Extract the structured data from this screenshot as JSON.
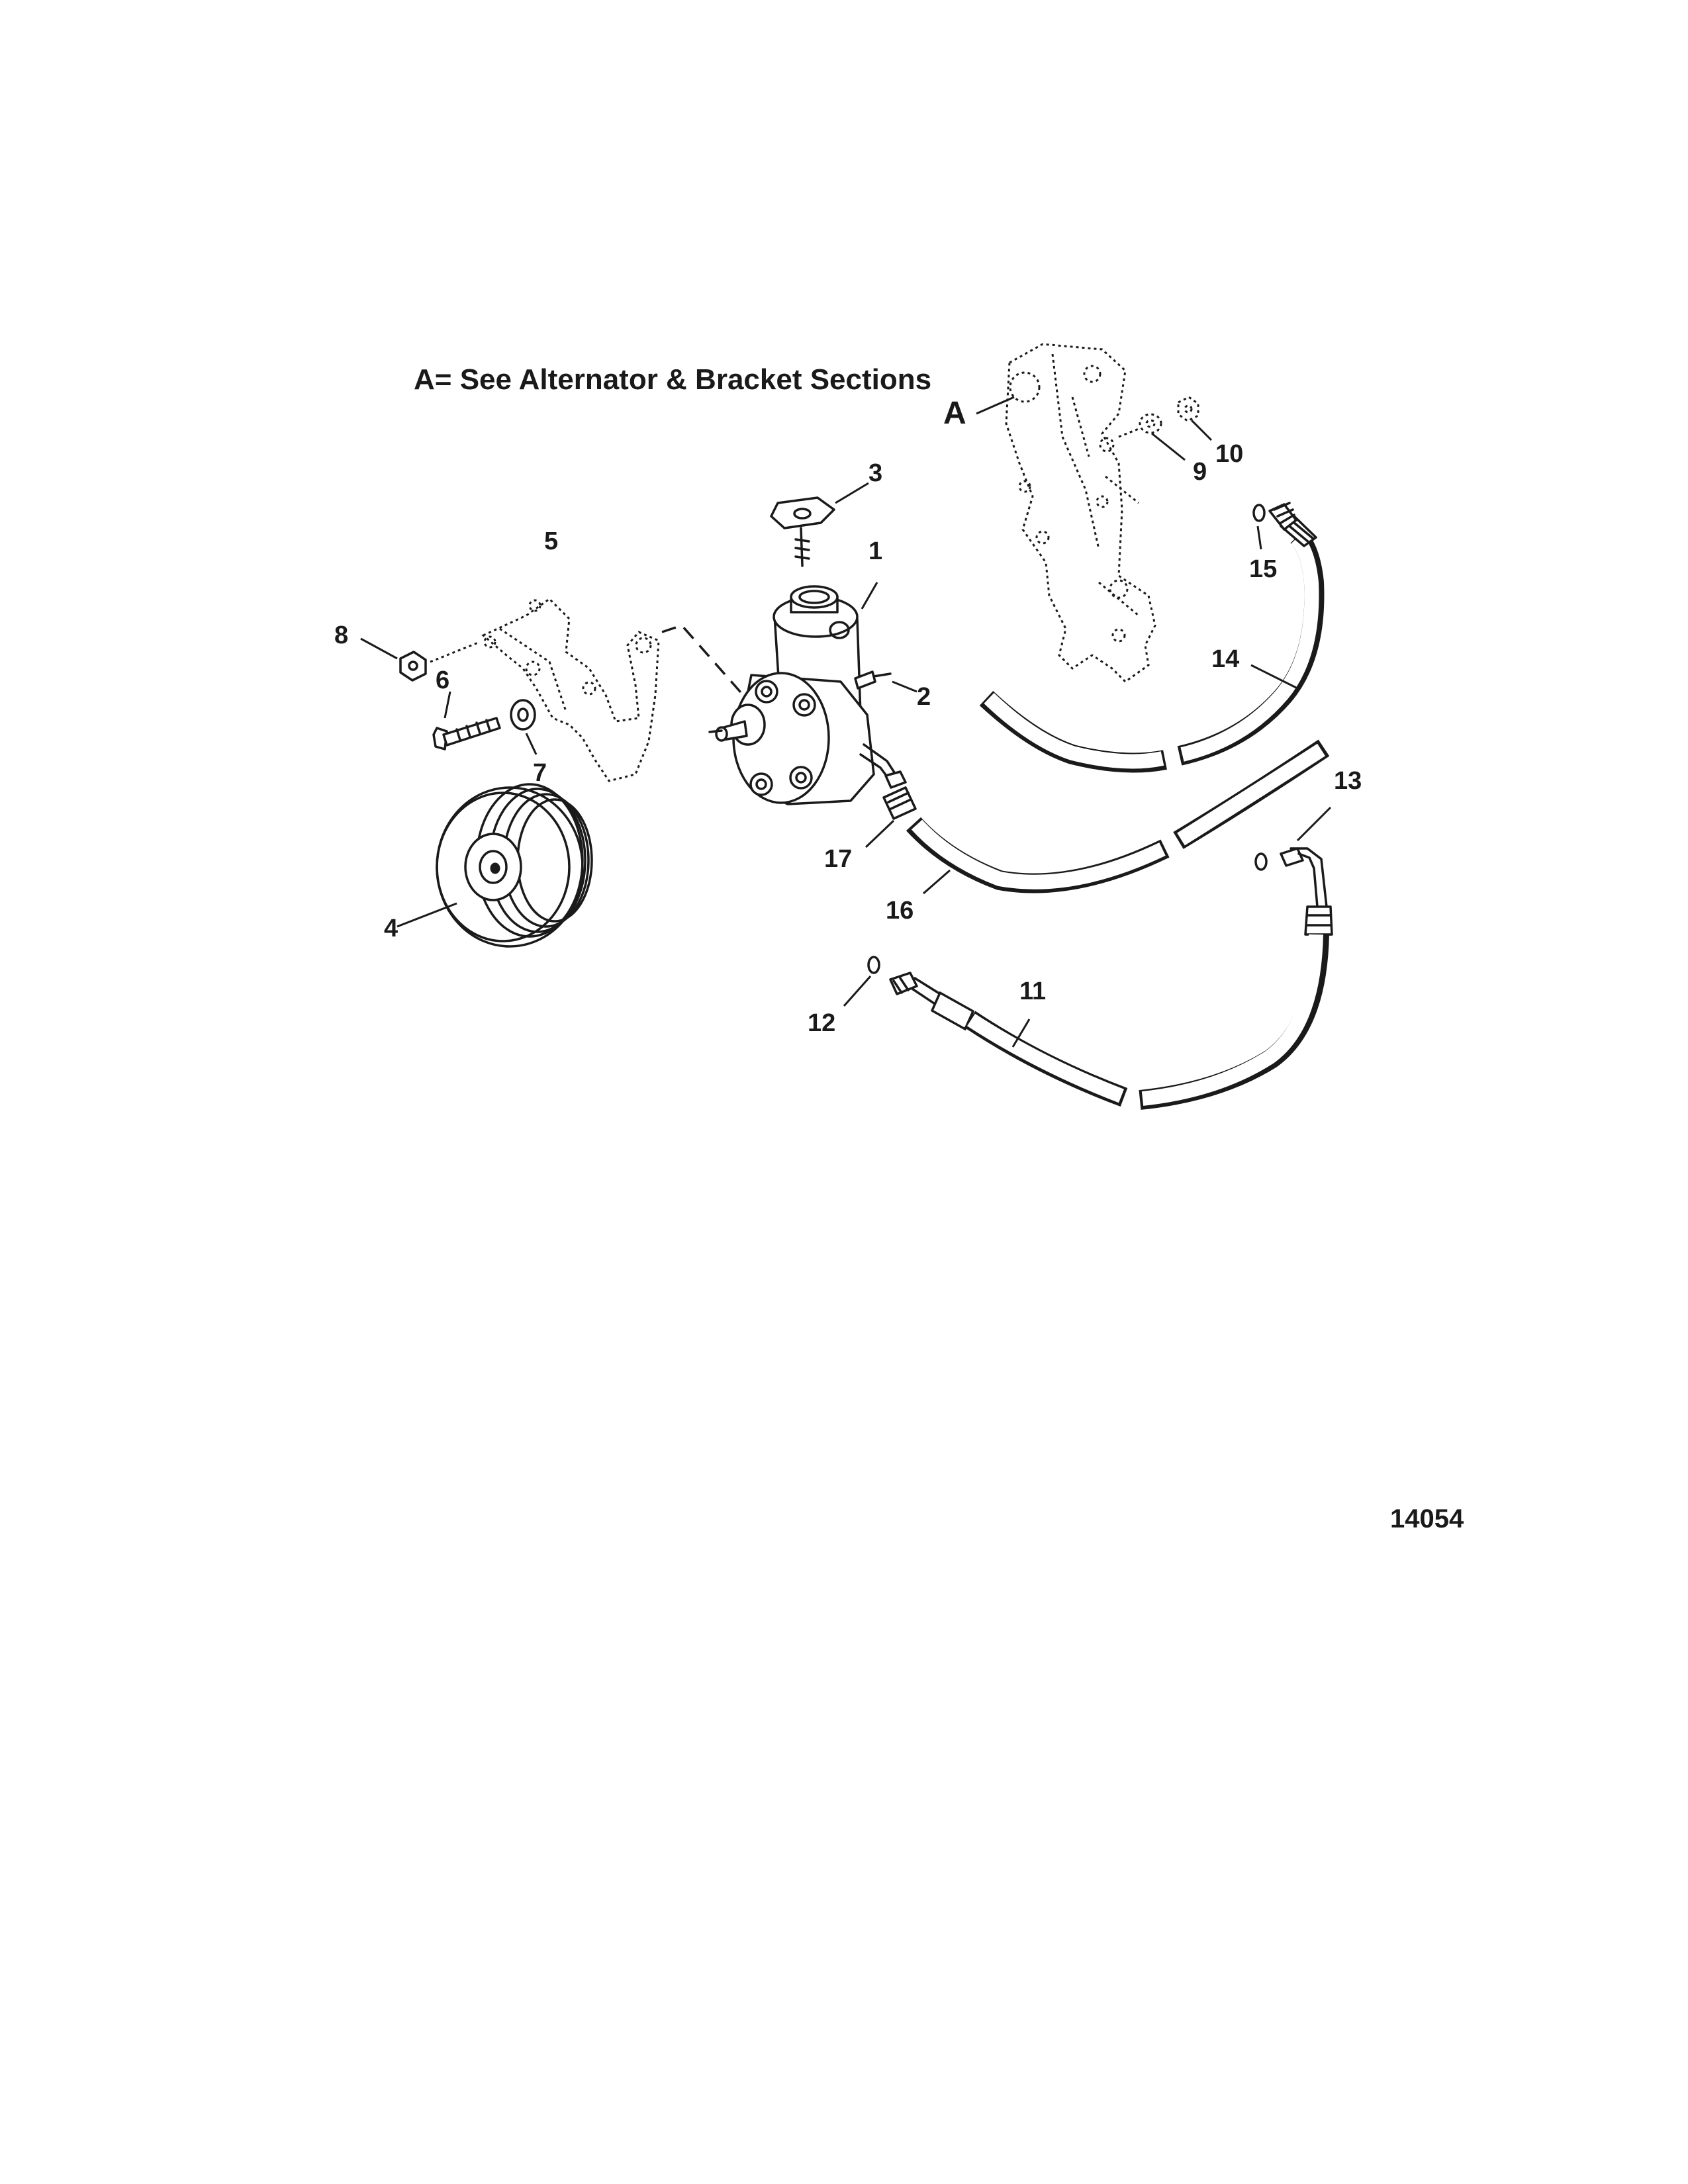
{
  "note": "A= See Alternator & Bracket Sections",
  "bracket_ref": "A",
  "figure_id": "14054",
  "callouts": [
    "1",
    "2",
    "3",
    "4",
    "5",
    "6",
    "7",
    "8",
    "9",
    "10",
    "11",
    "12",
    "13",
    "14",
    "15",
    "16",
    "17"
  ]
}
